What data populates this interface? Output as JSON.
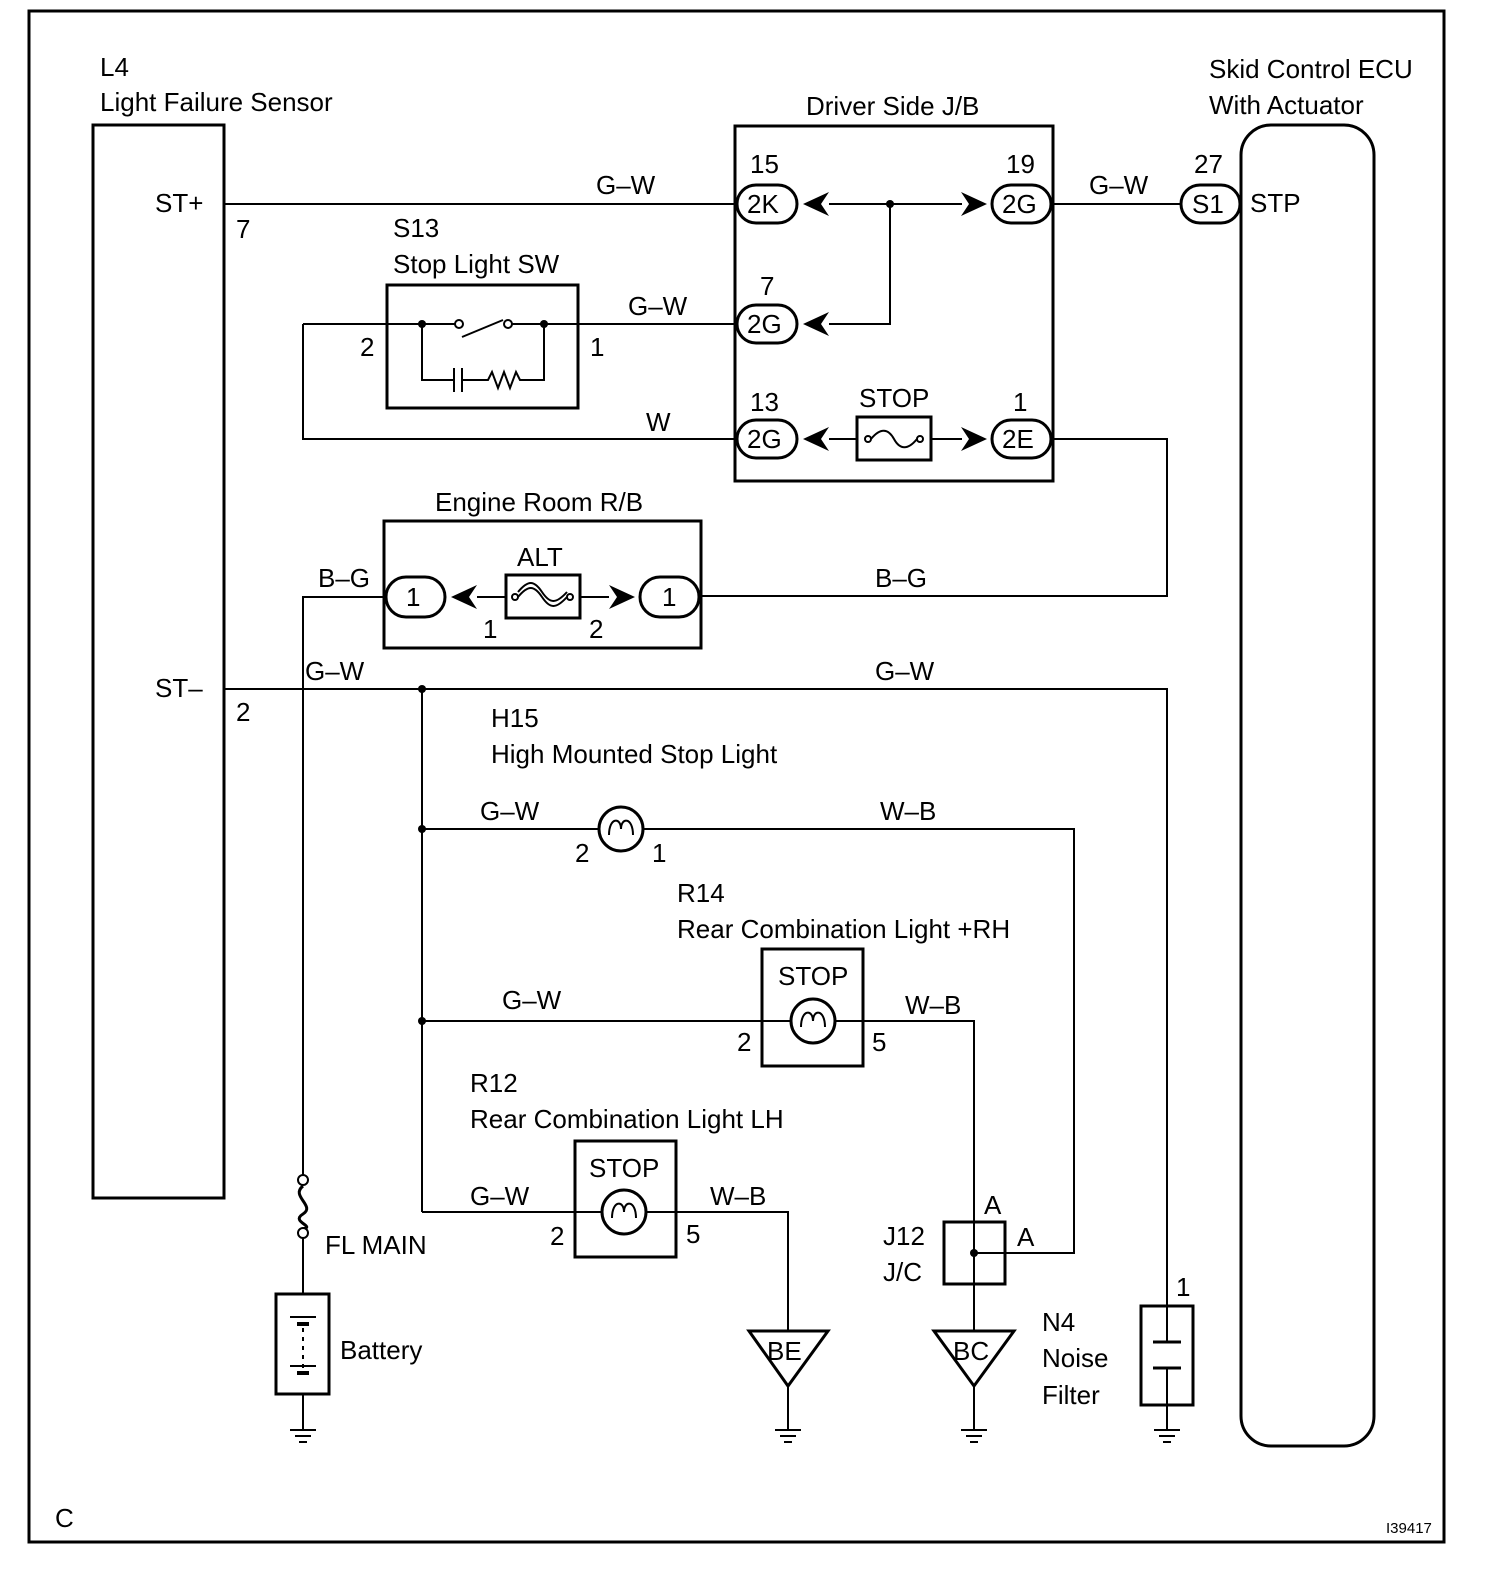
{
  "corner_label": "C",
  "figure_id": "I39417",
  "components": {
    "l4": {
      "ref": "L4",
      "name": "Light Failure Sensor",
      "pin_st_plus": "ST+",
      "pin_st_minus": "ST–",
      "pin_st_plus_num": "7",
      "pin_st_minus_num": "2"
    },
    "ecu": {
      "name_line1": "Skid Control ECU",
      "name_line2": "With Actuator",
      "pin": "STP",
      "pin_num": "27",
      "connector": "S1"
    },
    "jb": {
      "name": "Driver Side J/B",
      "conn_2k": "2K",
      "conn_2k_num": "15",
      "conn_2g_19": "2G",
      "conn_2g_19_num": "19",
      "conn_2g_7": "2G",
      "conn_2g_7_num": "7",
      "conn_2g_13": "2G",
      "conn_2g_13_num": "13",
      "conn_2e": "2E",
      "conn_2e_num": "1",
      "fuse": "STOP"
    },
    "s13": {
      "ref": "S13",
      "name": "Stop Light SW",
      "pin_left": "2",
      "pin_right": "1"
    },
    "rb": {
      "name": "Engine Room R/B",
      "fuse": "ALT",
      "conn_left": "1",
      "conn_right": "1",
      "pin_left": "1",
      "pin_right": "2"
    },
    "h15": {
      "ref": "H15",
      "name": "High Mounted Stop Light",
      "pin_left": "2",
      "pin_right": "1"
    },
    "r14": {
      "ref": "R14",
      "name": "Rear Combination Light +RH",
      "lamp": "STOP",
      "pin_left": "2",
      "pin_right": "5"
    },
    "r12": {
      "ref": "R12",
      "name": "Rear Combination Light LH",
      "lamp": "STOP",
      "pin_left": "2",
      "pin_right": "5"
    },
    "j12": {
      "ref": "J12",
      "name": "J/C",
      "pin_top": "A",
      "pin_right": "A"
    },
    "n4": {
      "ref": "N4",
      "name_line1": "Noise",
      "name_line2": "Filter",
      "pin": "1"
    },
    "fl_main": {
      "name": "FL MAIN"
    },
    "battery": {
      "name": "Battery"
    },
    "ground_be": {
      "name": "BE"
    },
    "ground_bc": {
      "name": "BC"
    }
  },
  "wires": {
    "st_plus_jb": "G–W",
    "jb_ecu": "G–W",
    "s13_jb": "G–W",
    "s13_stop": "W",
    "alt_left": "B–G",
    "alt_right": "B–G",
    "st_minus_left": "G–W",
    "st_minus_right": "G–W",
    "h15_left": "G–W",
    "h15_right": "W–B",
    "r14_left": "G–W",
    "r14_right": "W–B",
    "r12_left": "G–W",
    "r12_right": "W–B"
  },
  "icons": [
    "switch-icon",
    "fuse-icon",
    "bulb-icon",
    "ground-icon",
    "battery-icon",
    "fusible-link-icon",
    "capacitor-icon"
  ]
}
